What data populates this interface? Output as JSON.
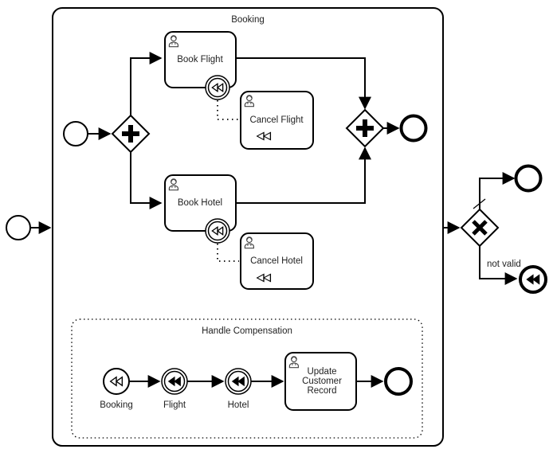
{
  "process": {
    "label": "Booking"
  },
  "event_subprocess": {
    "label": "Handle Compensation"
  },
  "tasks": {
    "book_flight": {
      "label": "Book Flight",
      "type": "user-task"
    },
    "cancel_flight": {
      "label": "Cancel Flight",
      "type": "user-task-compensation"
    },
    "book_hotel": {
      "label": "Book Hotel",
      "type": "user-task"
    },
    "cancel_hotel": {
      "label": "Cancel Hotel",
      "type": "user-task-compensation"
    },
    "update_customer_record": {
      "label": "Update Customer Record",
      "type": "user-task",
      "lines": [
        "Update",
        "Customer",
        "Record"
      ]
    }
  },
  "events": {
    "comp_start_booking": {
      "label": "Booking",
      "type": "compensation-start-event"
    },
    "comp_throw_flight": {
      "label": "Flight",
      "type": "compensation-throw-event"
    },
    "comp_throw_hotel": {
      "label": "Hotel",
      "type": "compensation-throw-event"
    }
  },
  "flows": {
    "not_valid_label": "not valid"
  },
  "colors": {
    "stroke": "#000000",
    "fill": "#ffffff"
  }
}
